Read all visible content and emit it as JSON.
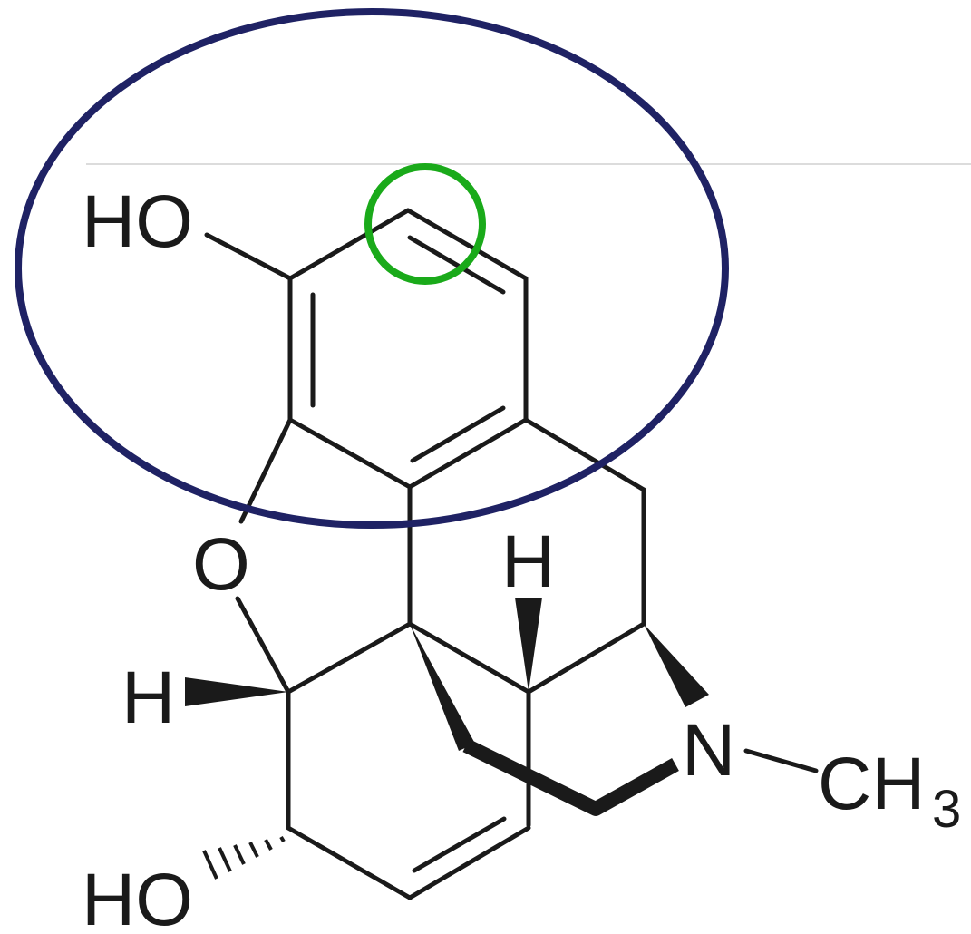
{
  "molecule": {
    "labels": {
      "ho_top": "HO",
      "ho_bottom": "HO",
      "oxygen": "O",
      "hydrogen_left": "H",
      "hydrogen_mid": "H",
      "nitrogen": "N",
      "methyl": "CH",
      "methyl_subscript": "3"
    },
    "colors": {
      "bond": "#1a1a1a",
      "highlight_ring": "#1f2264",
      "highlight_atom": "#1aaa1a",
      "divider": "#dcdcdc"
    }
  }
}
